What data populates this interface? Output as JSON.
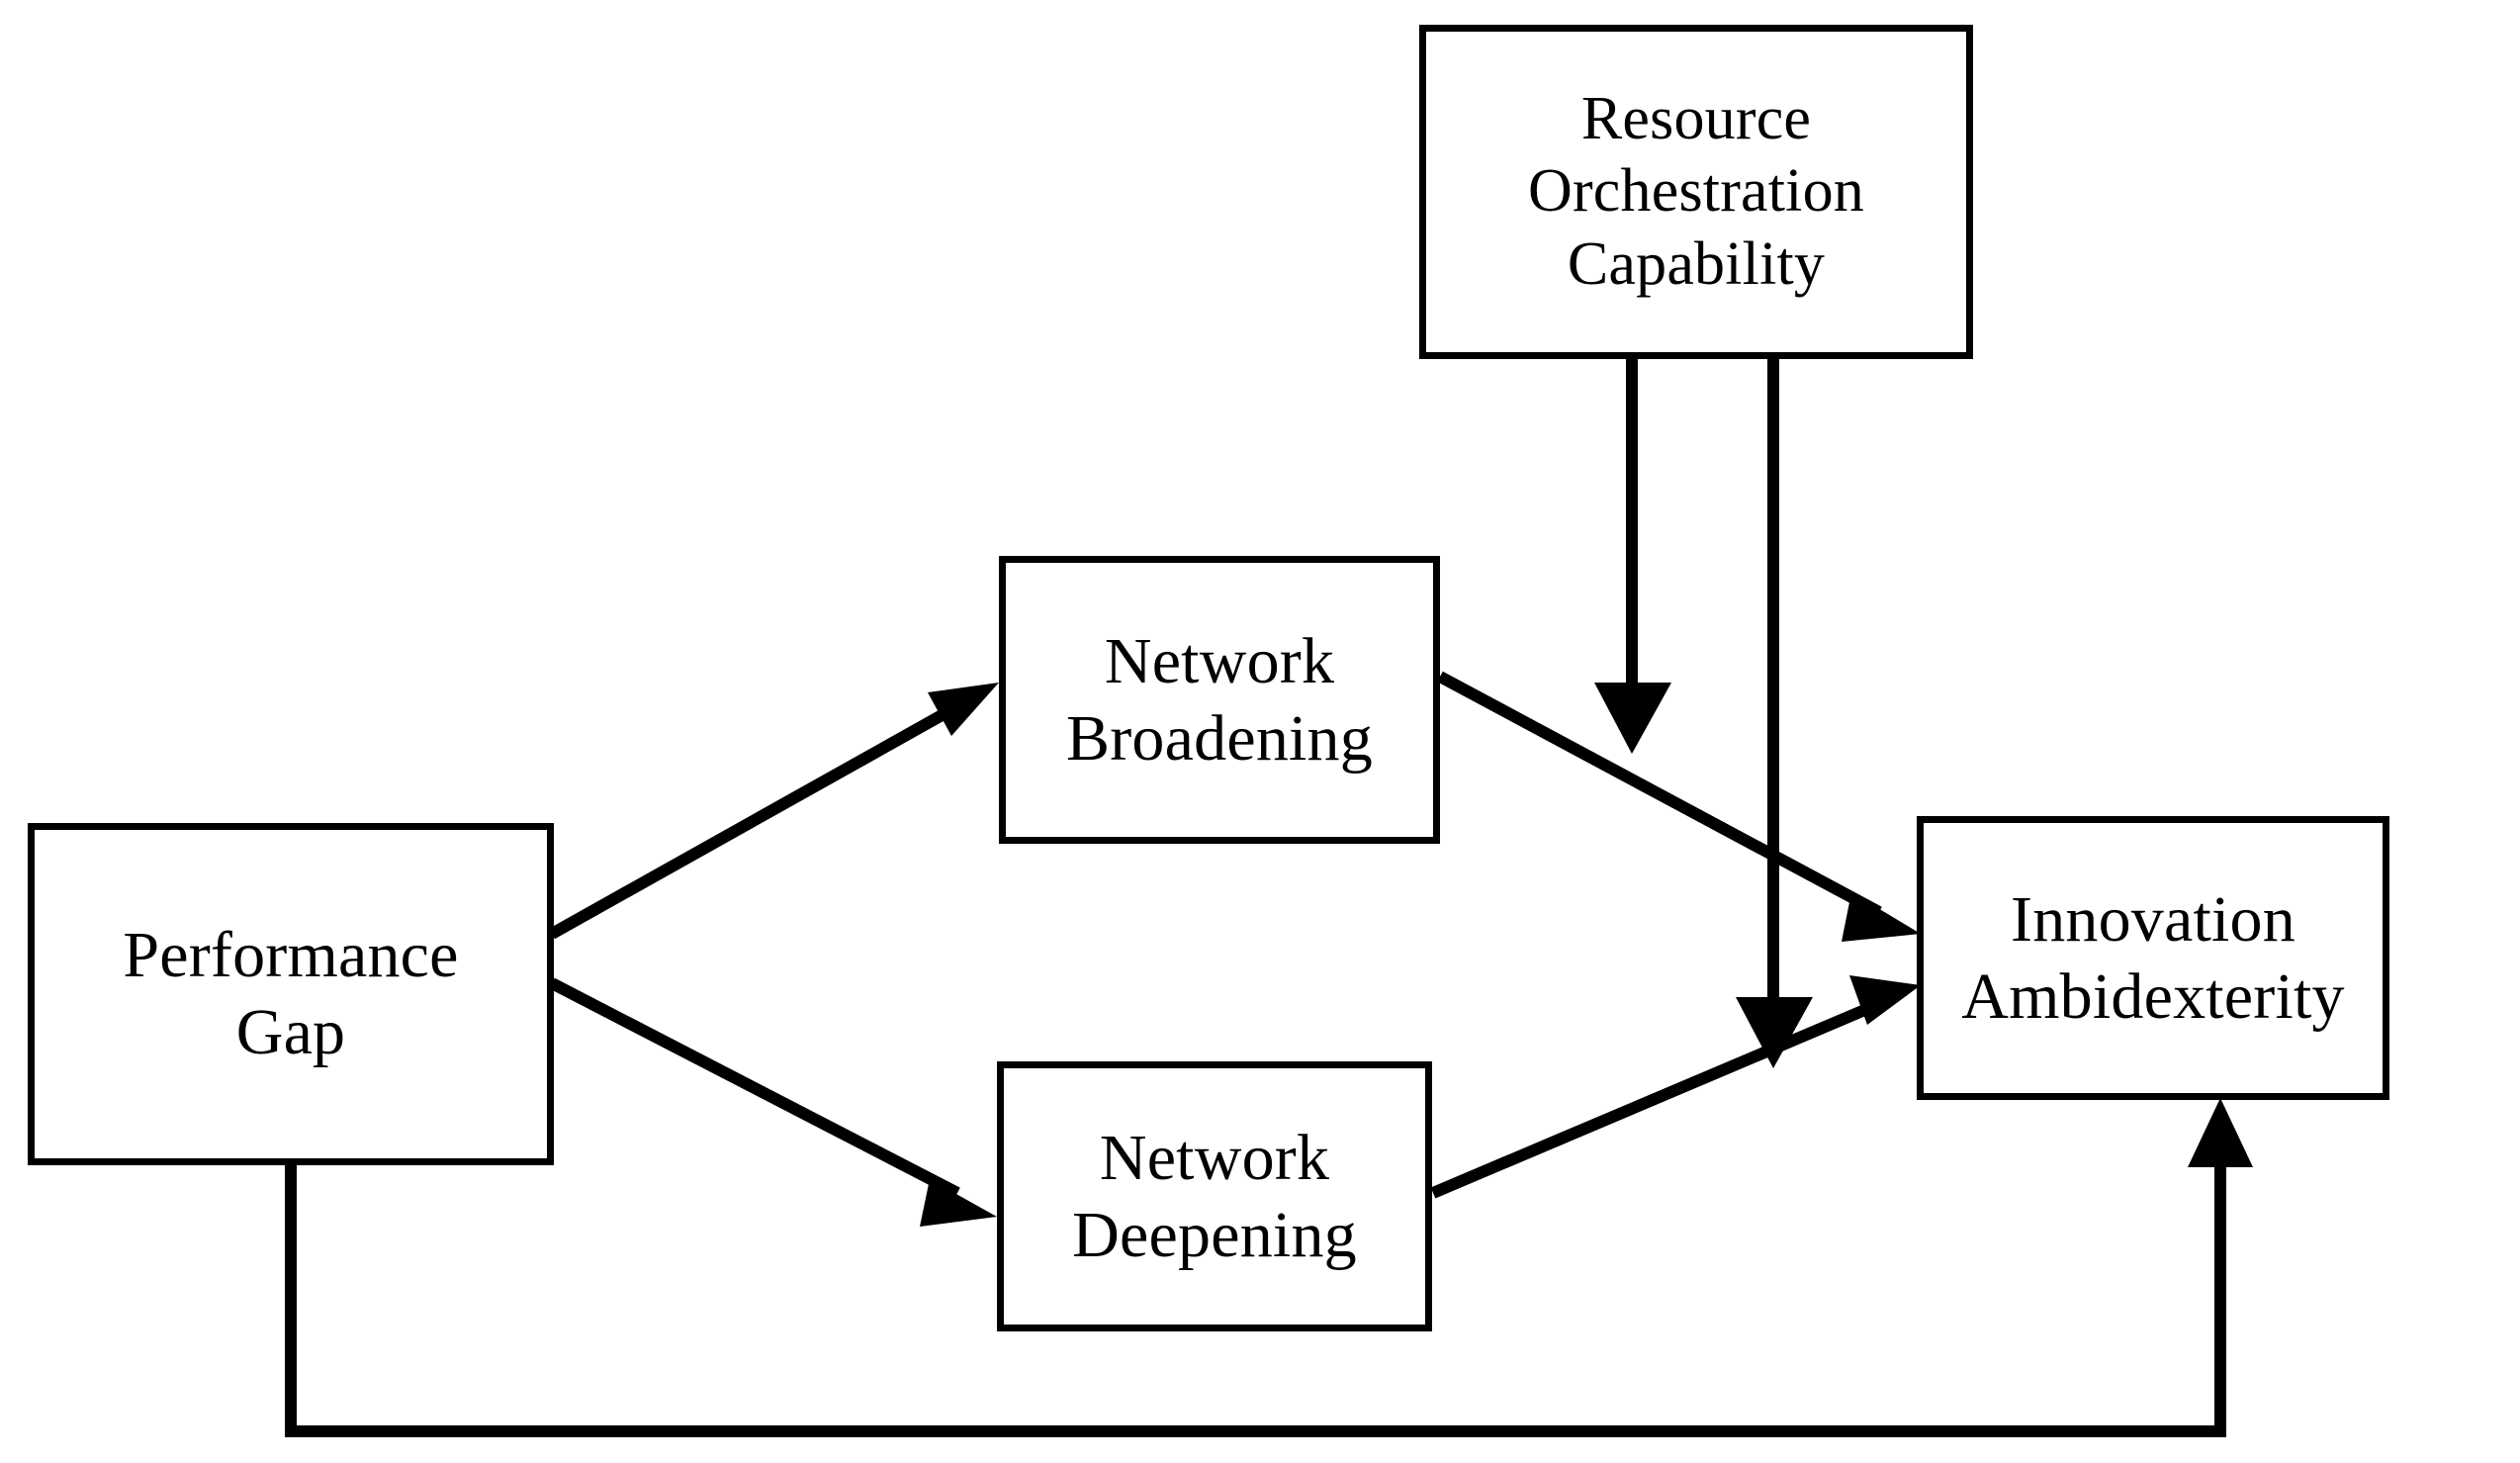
{
  "diagram": {
    "type": "conceptual-research-model",
    "background_color": "#ffffff",
    "line_color": "#000000",
    "nodes": [
      {
        "id": "performance-gap",
        "label": "Performance\nGap",
        "role": "independent-variable"
      },
      {
        "id": "network-broadening",
        "label": "Network\nBroadening",
        "role": "mediator"
      },
      {
        "id": "network-deepening",
        "label": "Network\nDeepening",
        "role": "mediator"
      },
      {
        "id": "innovation-ambidexterity",
        "label": "Innovation\nAmbidexterity",
        "role": "dependent-variable"
      },
      {
        "id": "resource-orchestration",
        "label": "Resource\nOrchestration\nCapability",
        "role": "moderator"
      }
    ],
    "edges": [
      {
        "id": "pg-to-nb",
        "from": "performance-gap",
        "to": "network-broadening",
        "style": "solid",
        "arrow": "single"
      },
      {
        "id": "pg-to-nd",
        "from": "performance-gap",
        "to": "network-deepening",
        "style": "solid",
        "arrow": "single"
      },
      {
        "id": "nb-to-ia",
        "from": "network-broadening",
        "to": "innovation-ambidexterity",
        "style": "solid",
        "arrow": "single"
      },
      {
        "id": "nd-to-ia",
        "from": "network-deepening",
        "to": "innovation-ambidexterity",
        "style": "solid",
        "arrow": "single"
      },
      {
        "id": "pg-to-ia-direct",
        "from": "performance-gap",
        "to": "innovation-ambidexterity",
        "style": "solid-orthogonal",
        "arrow": "single"
      },
      {
        "id": "roc-moderates-nb-ia",
        "from": "resource-orchestration",
        "to": "nb-to-ia",
        "style": "solid",
        "arrow": "moderation"
      },
      {
        "id": "roc-moderates-nd-ia",
        "from": "resource-orchestration",
        "to": "nd-to-ia",
        "style": "solid",
        "arrow": "moderation"
      }
    ]
  }
}
